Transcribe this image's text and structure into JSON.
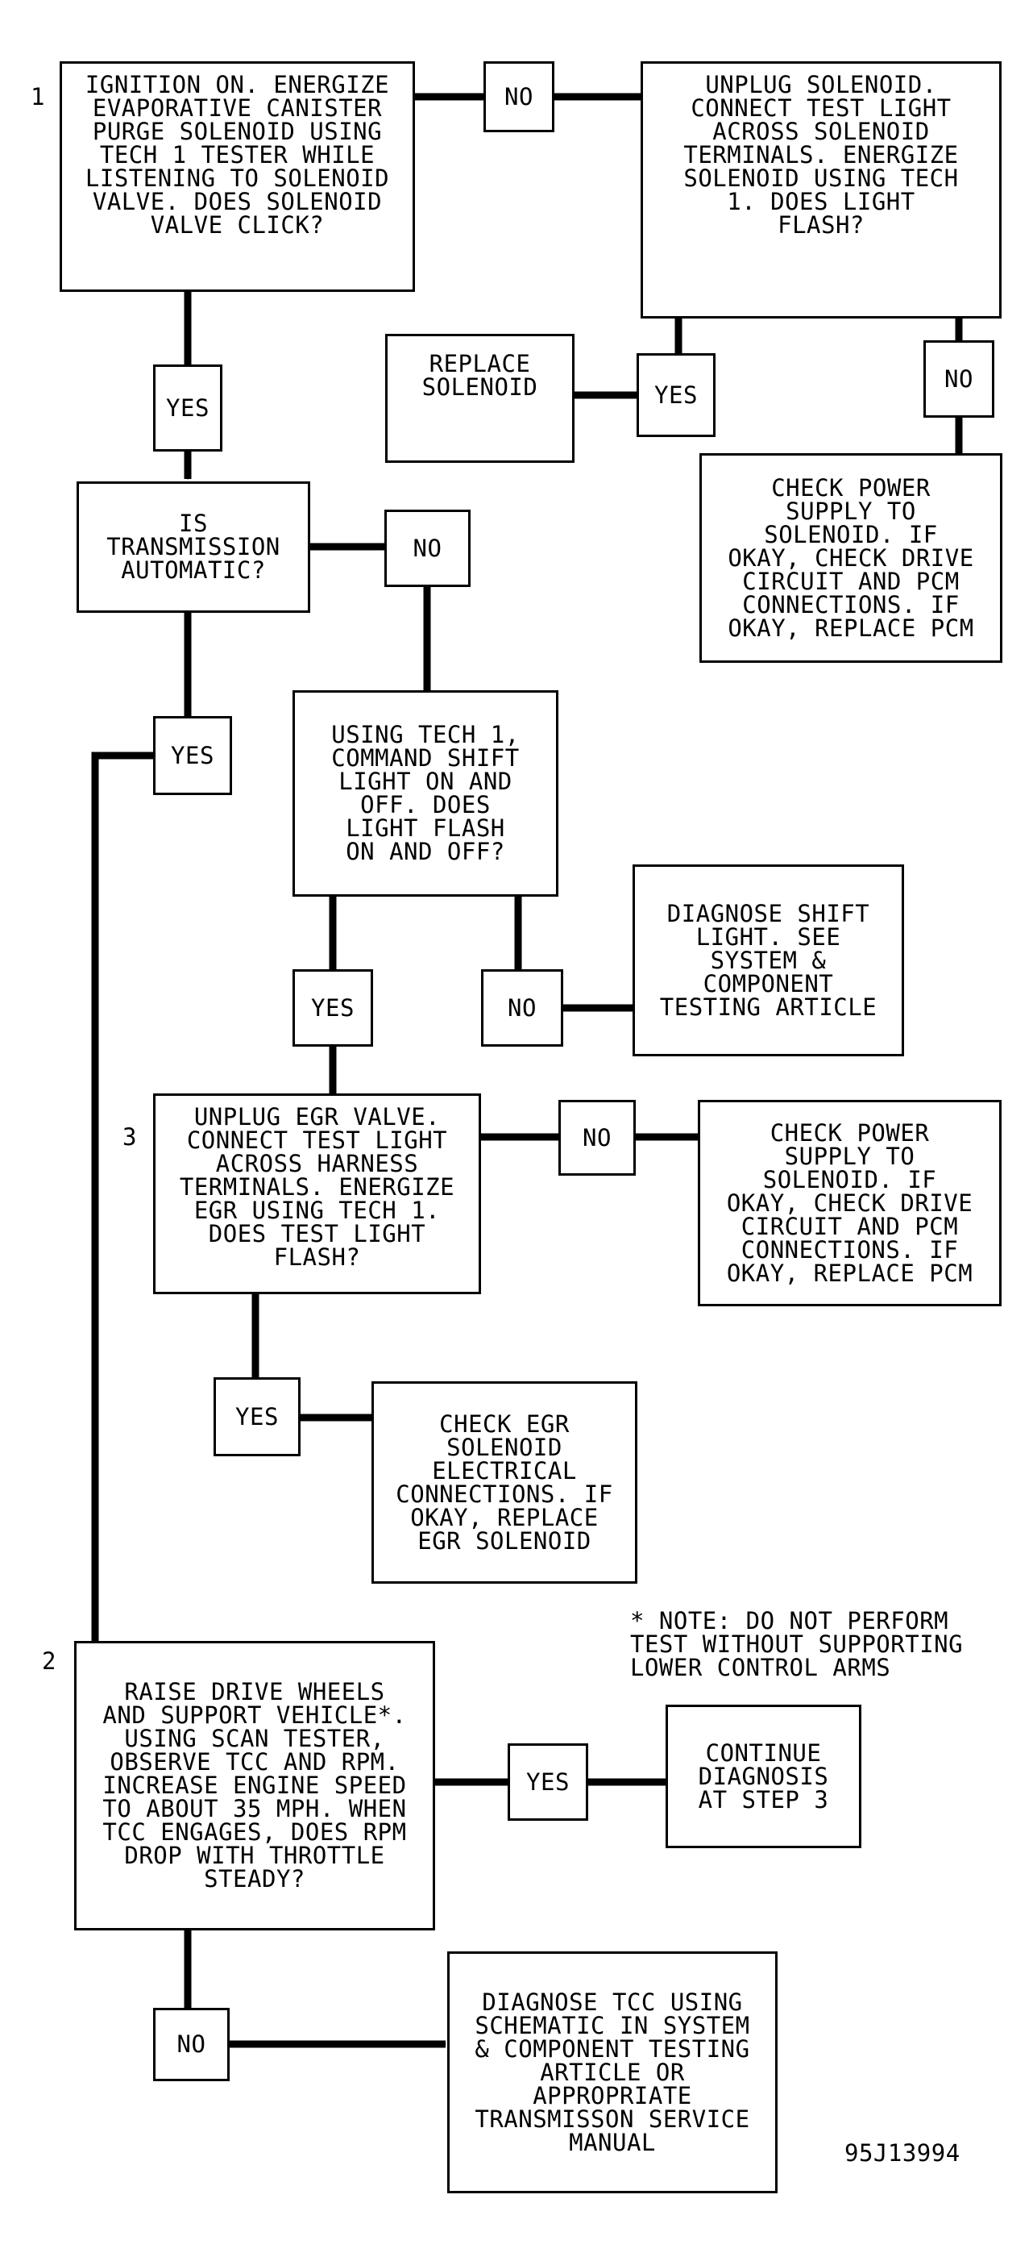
{
  "steps": {
    "step1": "1",
    "step2": "2",
    "step3": "3"
  },
  "nodes": {
    "q_ignition": "IGNITION ON. ENERGIZE\nEVAPORATIVE CANISTER\nPURGE SOLENOID USING\nTECH 1 TESTER WHILE\nLISTENING TO SOLENOID\nVALVE. DOES SOLENOID\nVALVE CLICK?",
    "no_1": "NO",
    "q_unplug_solenoid": "UNPLUG SOLENOID.\nCONNECT TEST LIGHT\nACROSS SOLENOID\nTERMINALS. ENERGIZE\nSOLENOID USING TECH\n1. DOES LIGHT\nFLASH?",
    "yes_1": "YES",
    "replace_solenoid": "REPLACE\nSOLENOID",
    "yes_light": "YES",
    "no_light": "NO",
    "check_power_1": "CHECK POWER\nSUPPLY TO\nSOLENOID. IF\nOKAY, CHECK DRIVE\nCIRCUIT AND PCM\nCONNECTIONS. IF\nOKAY, REPLACE PCM",
    "q_transmission": "IS\nTRANSMISSION\nAUTOMATIC?",
    "no_auto": "NO",
    "yes_auto": "YES",
    "q_shift_light": "USING TECH 1,\nCOMMAND SHIFT\nLIGHT ON AND\nOFF. DOES\nLIGHT FLASH\nON AND OFF?",
    "diagnose_shift": "DIAGNOSE SHIFT\nLIGHT. SEE\nSYSTEM &\nCOMPONENT\nTESTING ARTICLE",
    "yes_shift": "YES",
    "no_shift": "NO",
    "q_egr": "UNPLUG EGR VALVE.\nCONNECT TEST LIGHT\nACROSS HARNESS\nTERMINALS. ENERGIZE\nEGR USING TECH 1.\nDOES TEST LIGHT\nFLASH?",
    "no_egr": "NO",
    "check_power_2": "CHECK POWER\nSUPPLY TO\nSOLENOID. IF\nOKAY, CHECK DRIVE\nCIRCUIT AND PCM\nCONNECTIONS. IF\nOKAY, REPLACE PCM",
    "yes_egr": "YES",
    "check_egr": "CHECK EGR\nSOLENOID\nELECTRICAL\nCONNECTIONS. IF\nOKAY, REPLACE\nEGR SOLENOID",
    "q_raise": "RAISE DRIVE WHEELS\nAND SUPPORT VEHICLE*.\nUSING SCAN TESTER,\nOBSERVE TCC AND RPM.\nINCREASE ENGINE SPEED\nTO ABOUT 35 MPH. WHEN\nTCC ENGAGES, DOES RPM\nDROP WITH THROTTLE\nSTEADY?",
    "yes_tcc": "YES",
    "continue_diag": "CONTINUE\nDIAGNOSIS\nAT STEP 3",
    "no_tcc": "NO",
    "diagnose_tcc": "DIAGNOSE TCC USING\nSCHEMATIC IN SYSTEM\n& COMPONENT TESTING\nARTICLE OR\nAPPROPRIATE\nTRANSMISSON SERVICE\nMANUAL"
  },
  "note": "* NOTE: DO NOT PERFORM\nTEST WITHOUT SUPPORTING\nLOWER CONTROL ARMS",
  "figure_id": "95J13994"
}
